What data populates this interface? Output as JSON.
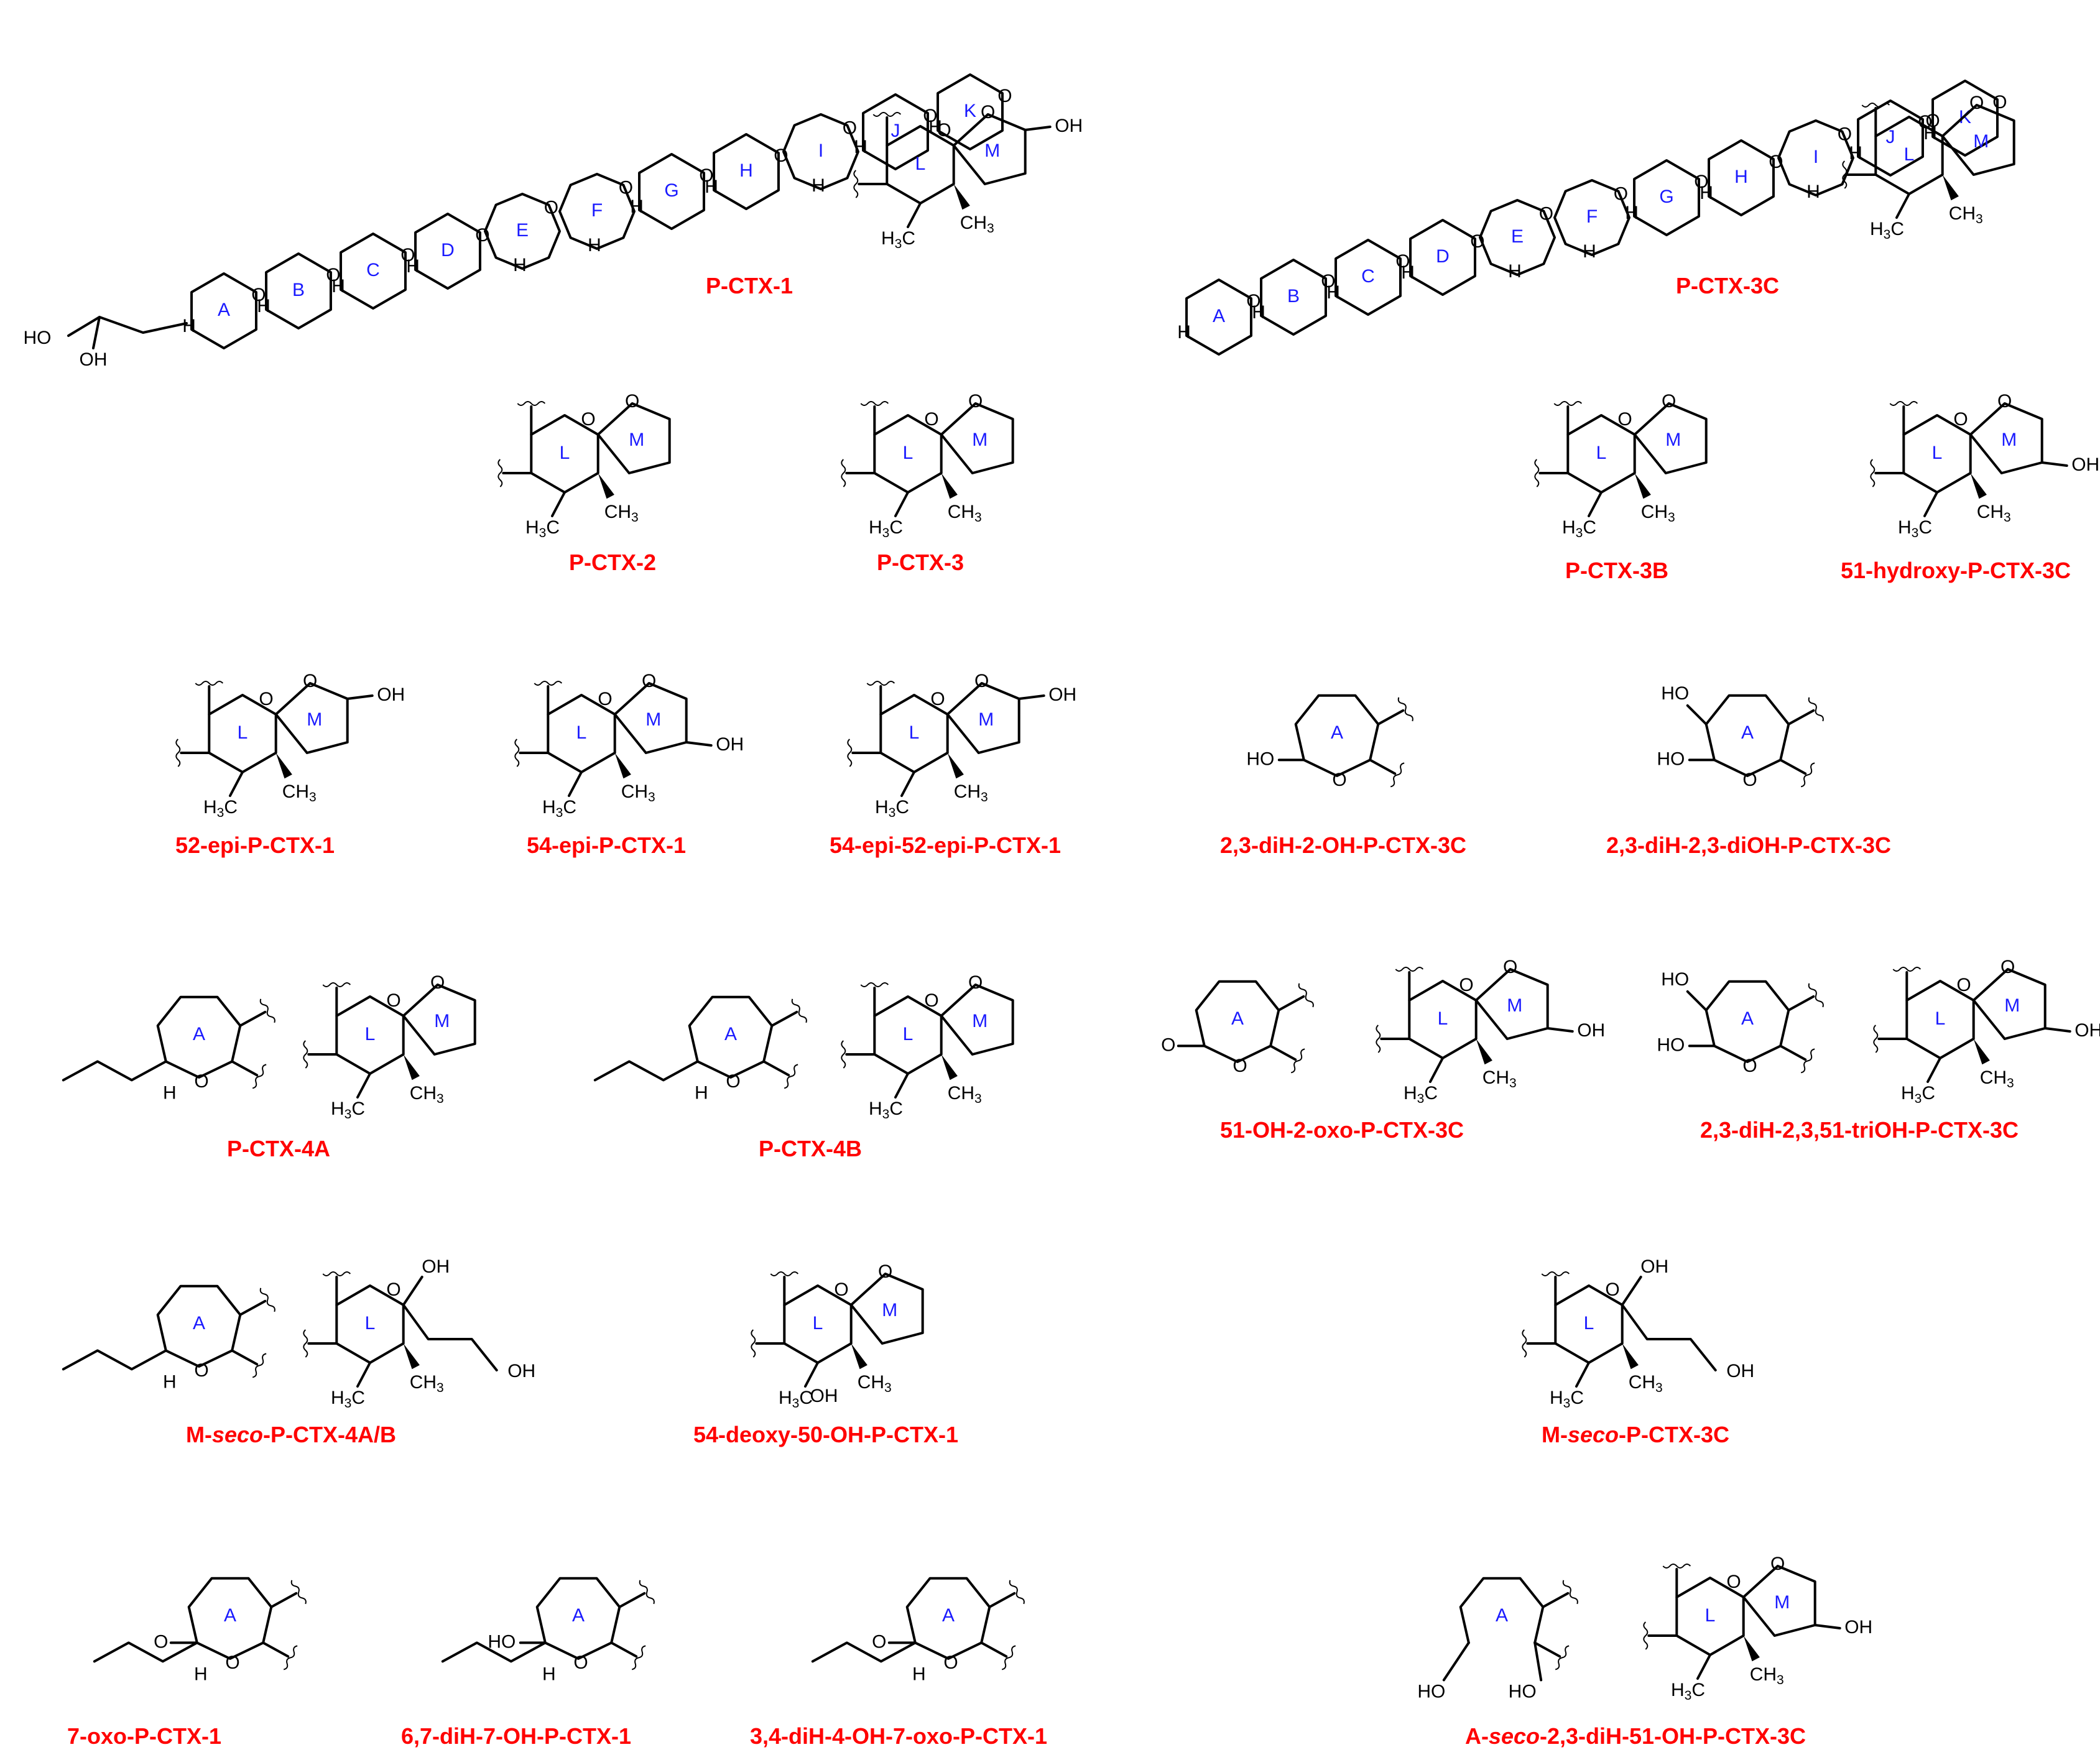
{
  "colors": {
    "label": "#ff0000",
    "ring_letter": "#1a1aff",
    "bond": "#000000"
  },
  "compounds": {
    "pctx1": "P-CTX-1",
    "pctx3c": "P-CTX-3C",
    "pctx2": "P-CTX-2",
    "pctx3": "P-CTX-3",
    "pctx3b": "P-CTX-3B",
    "hydroxy51_pctx3c": "51-hydroxy-P-CTX-3C",
    "epi52_pctx1": "52-epi-P-CTX-1",
    "epi54_pctx1": "54-epi-P-CTX-1",
    "epi54_epi52_pctx1": "54-epi-52-epi-P-CTX-1",
    "dih_2oh_pctx3c": "2,3-diH-2-OH-P-CTX-3C",
    "dih_23dioh_pctx3c": "2,3-diH-2,3-diOH-P-CTX-3C",
    "pctx4a": "P-CTX-4A",
    "pctx4b": "P-CTX-4B",
    "oh51_2oxo_pctx3c": "51-OH-2-oxo-P-CTX-3C",
    "dih_2351trioh_pctx3c": "2,3-diH-2,3,51-triOH-P-CTX-3C",
    "mseco_pctx4ab": {
      "prefix": "M-",
      "italic": "seco",
      "suffix": "-P-CTX-4A/B"
    },
    "deoxy54_oh50_pctx1": "54-deoxy-50-OH-P-CTX-1",
    "mseco_pctx3c": {
      "prefix": "M-",
      "italic": "seco",
      "suffix": "-P-CTX-3C"
    },
    "oxo7_pctx1": "7-oxo-P-CTX-1",
    "dih67_oh7_pctx1": "6,7-diH-7-OH-P-CTX-1",
    "dih34_oh4_oxo7_pctx1": "3,4-diH-4-OH-7-oxo-P-CTX-1",
    "aseco_pctx3c": {
      "prefix": "A-",
      "italic": "seco",
      "suffix": "-2,3-diH-51-OH-P-CTX-3C"
    }
  },
  "ring_letters": [
    "A",
    "B",
    "C",
    "D",
    "E",
    "F",
    "G",
    "H",
    "I",
    "J",
    "K",
    "L",
    "M"
  ],
  "atom_labels": {
    "oh": "OH",
    "ho": "HO",
    "h": "H",
    "o": "O",
    "ch3": "CH3",
    "h3c": "H3C",
    "methyl_sub": "3"
  }
}
